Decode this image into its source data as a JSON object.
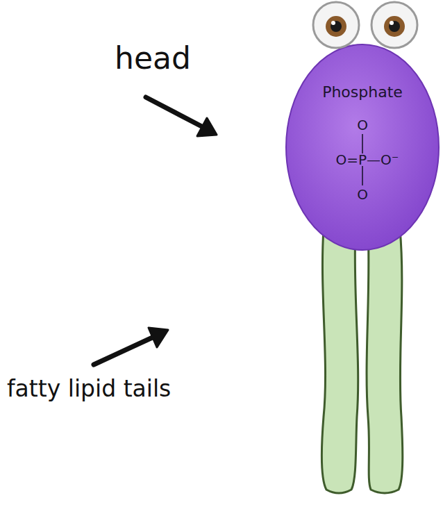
{
  "diagram": {
    "nodes": [
      {
        "text": [
          "Phosphate",
          "O",
          "O=P—O⁻",
          "O"
        ]
      }
    ],
    "labels": [
      "head",
      "fatty lipid tails"
    ]
  }
}
